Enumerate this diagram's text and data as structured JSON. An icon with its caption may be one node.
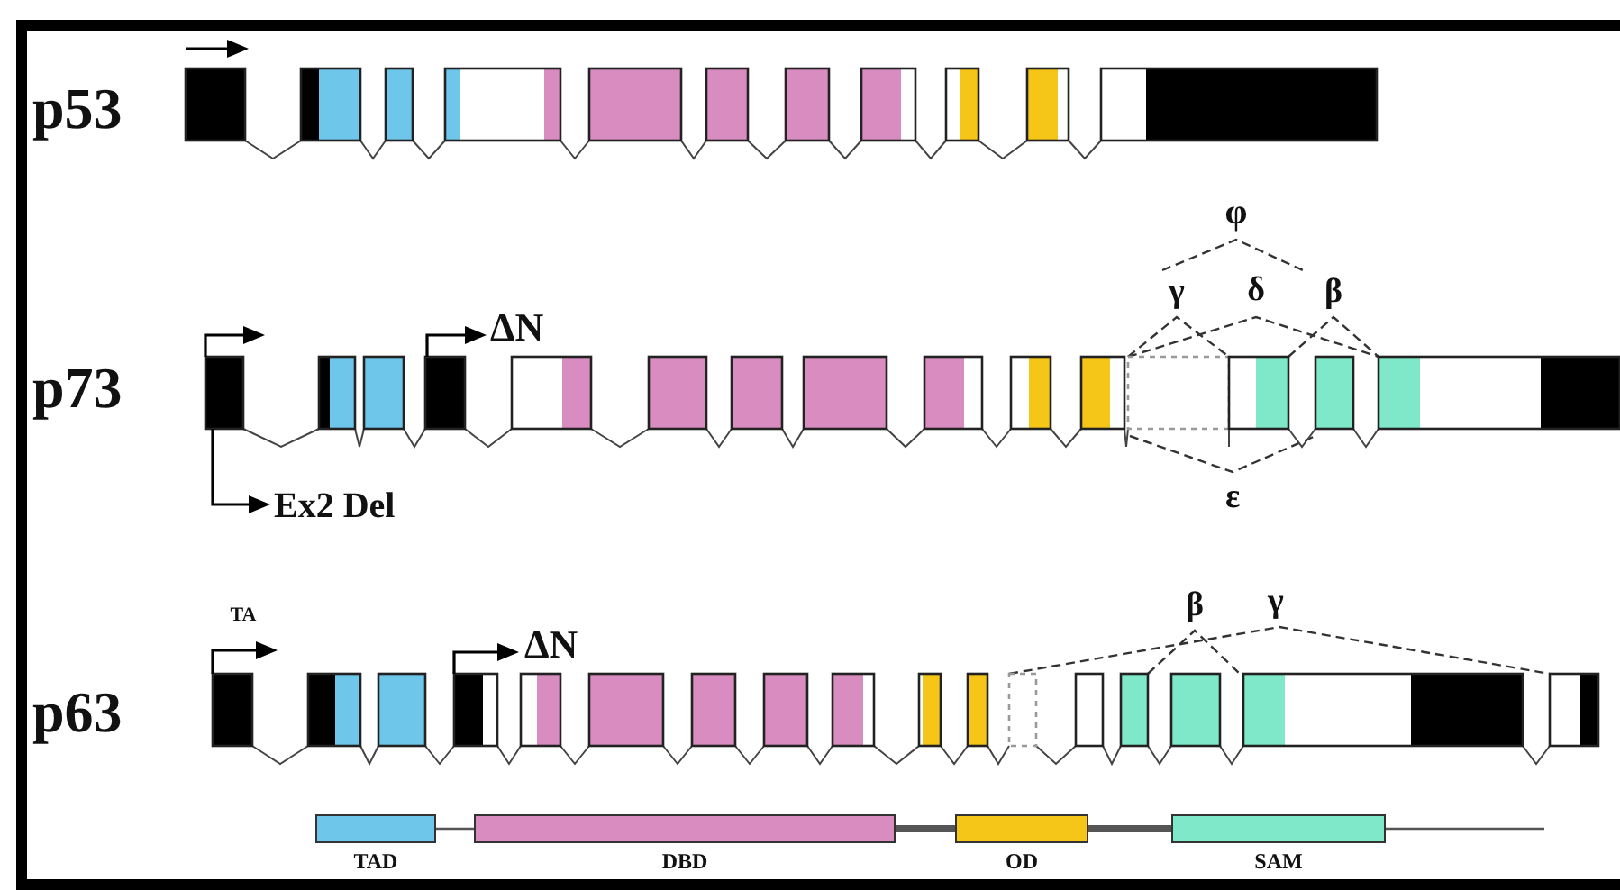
{
  "diagram": {
    "nodes": [
      {
        "text": [
          "TAD"
        ]
      },
      {
        "text": [
          "DBD"
        ]
      },
      {
        "text": [
          "OD"
        ]
      },
      {
        "text": [
          "SAM"
        ]
      }
    ],
    "edges": [
      {
        "from": 0,
        "to": 1,
        "arrow": "none"
      },
      {
        "from": 1,
        "to": 2,
        "arrow": "none",
        "style": "thick"
      },
      {
        "from": 2,
        "to": 3,
        "arrow": "none",
        "style": "thick"
      },
      {
        "from": 3,
        "to": null,
        "arrow": "none"
      }
    ],
    "labels": [
      "p53",
      "φ",
      "γ",
      "δ",
      "β",
      "ΔN",
      "p73",
      "Ex2 Del",
      "ε",
      "TA",
      "ΔN",
      "β",
      "γ",
      "p63"
    ]
  }
}
